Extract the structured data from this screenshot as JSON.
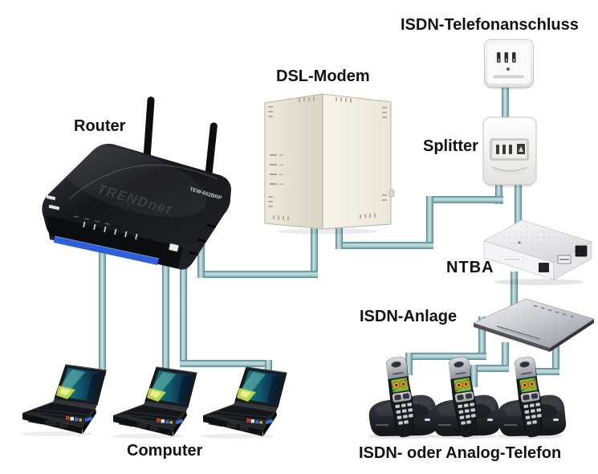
{
  "labels": {
    "router": "Router",
    "dsl_modem": "DSL-Modem",
    "isdn_telefonanschluss": "ISDN-Telefonanschluss",
    "splitter": "Splitter",
    "ntba": "NTBA",
    "isdn_anlage": "ISDN-Anlage",
    "computer": "Computer",
    "telefon": "ISDN- oder Analog-Telefon"
  },
  "devices": {
    "router": {
      "brand_text": "TRENDnet",
      "model_text": "TEW-652BRP",
      "count": 1
    },
    "computers": {
      "count": 3
    },
    "phones": {
      "count": 3
    }
  },
  "connections": [
    {
      "from": "ISDN-Telefonanschluss",
      "to": "Splitter"
    },
    {
      "from": "Splitter",
      "to": "DSL-Modem"
    },
    {
      "from": "Splitter",
      "to": "NTBA"
    },
    {
      "from": "DSL-Modem",
      "to": "Router"
    },
    {
      "from": "NTBA",
      "to": "ISDN-Anlage"
    },
    {
      "from": "Router",
      "to": "Computer 1"
    },
    {
      "from": "Router",
      "to": "Computer 2"
    },
    {
      "from": "Router",
      "to": "Computer 3"
    },
    {
      "from": "ISDN-Anlage",
      "to": "Telefon 1"
    },
    {
      "from": "ISDN-Anlage",
      "to": "Telefon 2"
    },
    {
      "from": "ISDN-Anlage",
      "to": "Telefon 3"
    }
  ],
  "colors": {
    "background": "#ffffff",
    "cable_light": "#c9dfe1",
    "cable_mid": "#8fb8bc",
    "cable_dark": "#4f7e85",
    "label_text": "#121212",
    "router_accent_blue": "#2f5fda",
    "phone_screen_green": "#7eb63e",
    "modem_beige": "#e9e5d8"
  }
}
